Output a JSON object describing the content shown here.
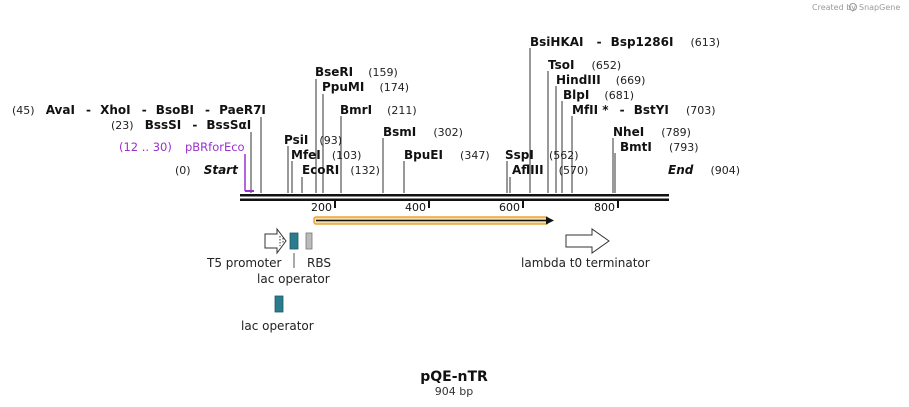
{
  "credit": {
    "text": "Created by",
    "brand": "SnapGene"
  },
  "plasmid": {
    "name": "pQE-nTR",
    "size_label": "904 bp"
  },
  "ends": {
    "start": {
      "pos": "(0)",
      "label": "Start"
    },
    "end": {
      "label": "End",
      "pos": "(904)"
    }
  },
  "axis": {
    "length": 904,
    "ticks": [
      "200",
      "400",
      "600",
      "800"
    ]
  },
  "sites": [
    {
      "name": "AvaI",
      "pos": 45
    },
    {
      "name": "XhoI",
      "pos": 45
    },
    {
      "name": "BsoBI",
      "pos": 45
    },
    {
      "name": "PaeR7I",
      "pos": 45
    },
    {
      "name": "BssSI",
      "pos": 23
    },
    {
      "name": "BssSαI",
      "pos": 23
    },
    {
      "name": "PsiI",
      "pos": 93
    },
    {
      "name": "MfeI",
      "pos": 103
    },
    {
      "name": "EcoRI",
      "pos": 132
    },
    {
      "name": "BseRI",
      "pos": 159
    },
    {
      "name": "PpuMI",
      "pos": 174
    },
    {
      "name": "BmrI",
      "pos": 211
    },
    {
      "name": "BsmI",
      "pos": 302
    },
    {
      "name": "BpuEI",
      "pos": 347
    },
    {
      "name": "SspI",
      "pos": 562
    },
    {
      "name": "AflIII",
      "pos": 570
    },
    {
      "name": "BsiHKAI",
      "pos": 613
    },
    {
      "name": "Bsp1286I",
      "pos": 613
    },
    {
      "name": "TsoI",
      "pos": 652
    },
    {
      "name": "HindIII",
      "pos": 669
    },
    {
      "name": "BlpI",
      "pos": 681
    },
    {
      "name": "MfII *",
      "pos": 703
    },
    {
      "name": "BstYI",
      "pos": 703
    },
    {
      "name": "NheI",
      "pos": 789
    },
    {
      "name": "BmtI",
      "pos": 793
    }
  ],
  "primer": {
    "range": "(12 .. 30)",
    "name": "pBRforEco",
    "color": "#9b30d0"
  },
  "features": [
    {
      "name": "T5 promoter",
      "kind": "promoter"
    },
    {
      "name": "lac operator",
      "kind": "operator",
      "color": "#2a7b8c"
    },
    {
      "name": "RBS",
      "kind": "rbs",
      "color": "#999999"
    },
    {
      "name": "lac operator",
      "kind": "operator",
      "color": "#2a7b8c"
    },
    {
      "name": "lambda t0 terminator",
      "kind": "terminator"
    }
  ],
  "orf": {
    "color": "#e8a53a"
  }
}
